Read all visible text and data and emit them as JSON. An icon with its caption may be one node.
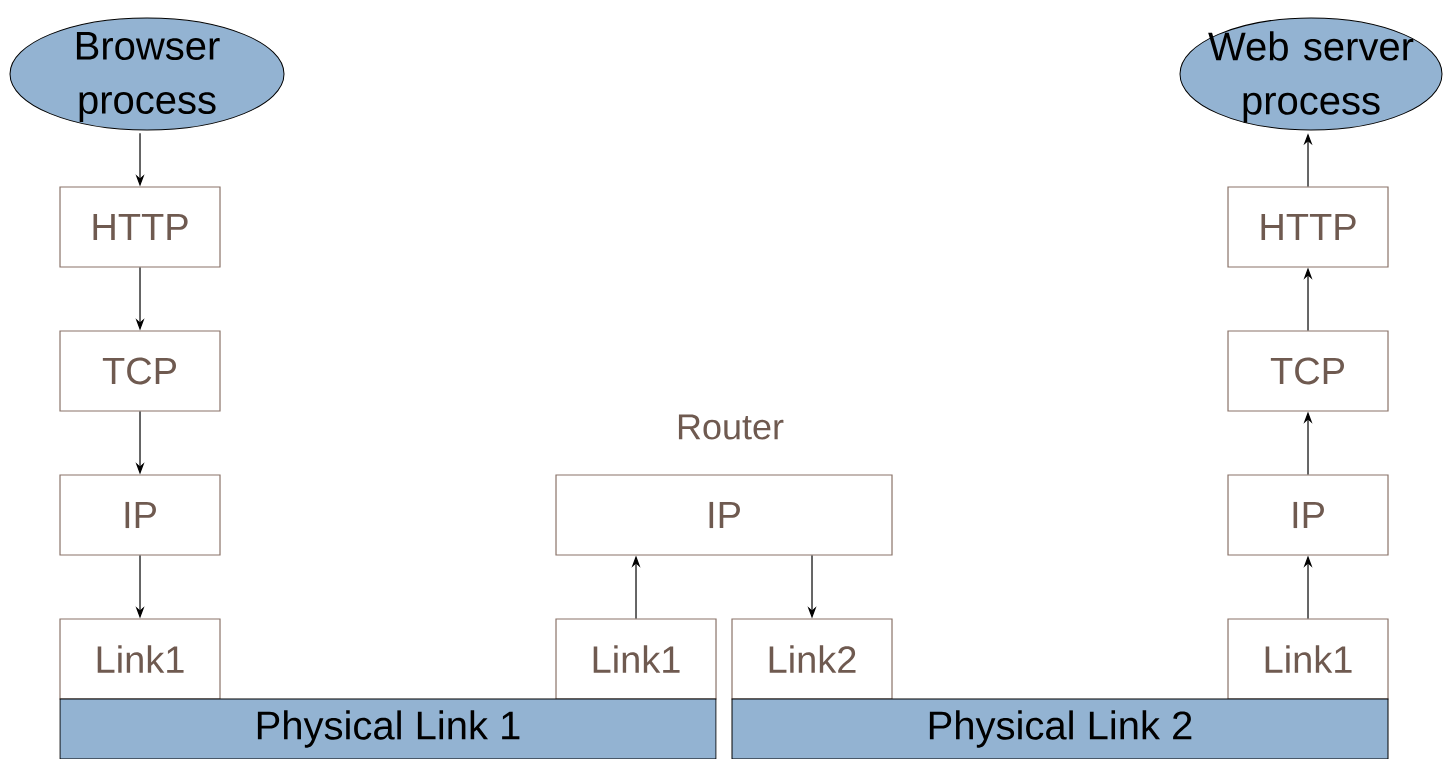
{
  "diagram": {
    "nodes": [
      {
        "text": [
          "Browser process"
        ]
      },
      {
        "text": [
          "HTTP"
        ]
      },
      {
        "text": [
          "TCP"
        ]
      },
      {
        "text": [
          "IP"
        ]
      },
      {
        "text": [
          "Link1"
        ]
      },
      {
        "text": [
          "IP"
        ],
        "beside": [
          "Router"
        ]
      },
      {
        "text": [
          "Link1"
        ]
      },
      {
        "text": [
          "Link2"
        ]
      },
      {
        "text": [
          "Web server process"
        ]
      },
      {
        "text": [
          "HTTP"
        ]
      },
      {
        "text": [
          "TCP"
        ]
      },
      {
        "text": [
          "IP"
        ]
      },
      {
        "text": [
          "Link1"
        ]
      },
      {
        "text": [
          "Physical Link 1"
        ]
      },
      {
        "text": [
          "Physical Link 2"
        ]
      }
    ],
    "edges": [
      {
        "from": 0,
        "to": 1,
        "arrow": "to"
      },
      {
        "from": 1,
        "to": 2,
        "arrow": "to"
      },
      {
        "from": 2,
        "to": 3,
        "arrow": "to"
      },
      {
        "from": 3,
        "to": 4,
        "arrow": "to"
      },
      {
        "from": 6,
        "to": 5,
        "arrow": "to"
      },
      {
        "from": 5,
        "to": 7,
        "arrow": "to"
      },
      {
        "from": 12,
        "to": 11,
        "arrow": "to"
      },
      {
        "from": 11,
        "to": 10,
        "arrow": "to"
      },
      {
        "from": 10,
        "to": 9,
        "arrow": "to"
      },
      {
        "from": 9,
        "to": 8,
        "arrow": "to"
      }
    ]
  }
}
